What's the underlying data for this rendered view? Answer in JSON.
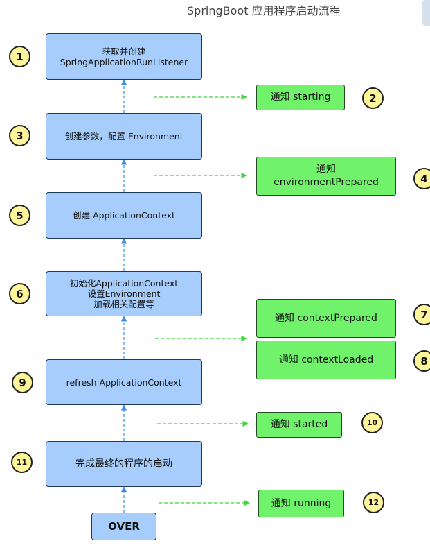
{
  "title": "SpringBoot 应用程序启动流程",
  "steps": {
    "s1": {
      "lines": [
        "获取并创建",
        "SpringApplicationRunListener"
      ]
    },
    "s3": {
      "lines": [
        "创建参数，配置 Environment"
      ]
    },
    "s5": {
      "lines": [
        "创建 ApplicationContext"
      ]
    },
    "s6": {
      "lines": [
        "初始化ApplicationContext",
        "设置Environment",
        "加载相关配置等"
      ]
    },
    "s9": {
      "lines": [
        "refresh ApplicationContext"
      ]
    },
    "s11": {
      "lines": [
        "完成最终的程序的启动"
      ]
    },
    "over": {
      "lines": [
        "OVER"
      ]
    }
  },
  "notices": {
    "starting": {
      "lines": [
        "通知 starting"
      ]
    },
    "environmentPrepared": {
      "lines": [
        "通知",
        "environmentPrepared"
      ]
    },
    "contextPrepared": {
      "lines": [
        "通知 contextPrepared"
      ]
    },
    "contextLoaded": {
      "lines": [
        "通知 contextLoaded"
      ]
    },
    "started": {
      "lines": [
        "通知 started"
      ]
    },
    "running": {
      "lines": [
        "通知 running"
      ]
    }
  },
  "badges": {
    "b1": "1",
    "b2": "2",
    "b3": "3",
    "b4": "4",
    "b5": "5",
    "b6": "6",
    "b7": "7",
    "b8": "8",
    "b9": "9",
    "b10": "10",
    "b11": "11",
    "b12": "12"
  },
  "colors": {
    "step_fill": "#a6cdfb",
    "notice_fill": "#70f26b",
    "badge_fill": "#fff59a",
    "flow_arrow": "#3d8ee8",
    "notify_arrow": "#3ed83b"
  }
}
